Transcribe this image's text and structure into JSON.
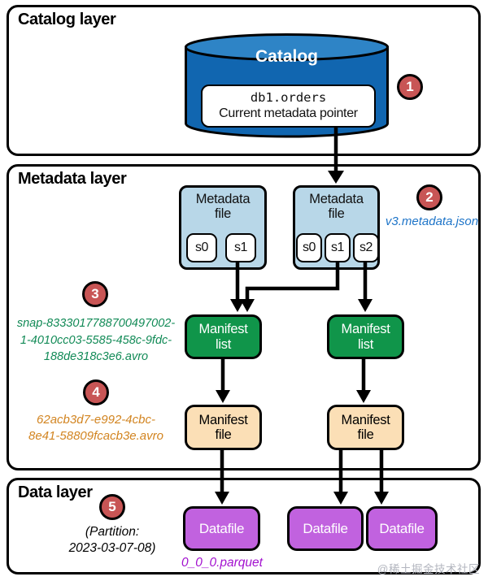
{
  "diagram": {
    "catalog_layer": {
      "title": "Catalog layer",
      "badge": "1",
      "catalog": {
        "label": "Catalog",
        "table_name": "db1.orders",
        "pointer_label": "Current metadata pointer"
      }
    },
    "metadata_layer": {
      "title": "Metadata layer",
      "metadata_files": [
        {
          "label": "Metadata\nfile",
          "snapshots": [
            "s0",
            "s1"
          ]
        },
        {
          "label": "Metadata\nfile",
          "snapshots": [
            "s0",
            "s1",
            "s2"
          ]
        }
      ],
      "manifest_lists": [
        {
          "label": "Manifest\nlist"
        },
        {
          "label": "Manifest\nlist"
        }
      ],
      "manifest_files": [
        {
          "label": "Manifest\nfile"
        },
        {
          "label": "Manifest\nfile"
        }
      ],
      "badge_metadata_json": "2",
      "metadata_json_name": "v3.metadata.json",
      "badge_manifest_list": "3",
      "manifest_list_filename": "snap-8333017788700497002-\n1-4010cc03-5585-458c-9fdc-\n188de318c3e6.avro",
      "badge_manifest_file": "4",
      "manifest_filename": "62acb3d7-e992-4cbc-\n8e41-58809fcacb3e.avro"
    },
    "data_layer": {
      "title": "Data layer",
      "badge": "5",
      "partition_note": "(Partition:\n2023-03-07-08)",
      "datafiles": [
        {
          "label": "Datafile"
        },
        {
          "label": "Datafile"
        },
        {
          "label": "Datafile"
        }
      ],
      "datafile_name": "0_0_0.parquet"
    },
    "watermark": "@稀土掘金技术社区"
  },
  "colors": {
    "catalog_cylinder": "#1166b0",
    "catalog_cylinder_top": "#2e84c6",
    "metadata_file_fill": "#b8d7e8",
    "manifest_list_fill": "#10954a",
    "manifest_file_fill": "#fbdfb6",
    "datafile_fill": "#c162df",
    "badge_fill": "#c85555",
    "metadata_json_text": "#1d74c8",
    "manifest_list_text_color": "#118a56",
    "manifest_file_text_color": "#d28420",
    "datafile_name_color": "#a312cf",
    "watermark_color": "#b3b6bf"
  }
}
